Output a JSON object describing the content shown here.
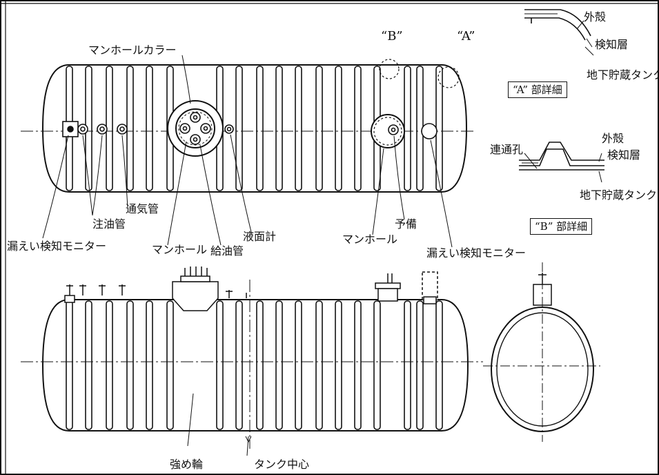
{
  "labels": {
    "manhole_collar": "マンホールカラー",
    "manhole_left": "マンホール",
    "manhole_right": "マンホール",
    "oil_supply_pipe": "給油管",
    "oil_injection_pipe": "注油管",
    "vent_pipe": "通気管",
    "level_gauge": "液面計",
    "spare": "予備",
    "leak_monitor_left": "漏えい検知モニター",
    "leak_monitor_right": "漏えい検知モニター",
    "reinforcing_ring": "強め輪",
    "tank_center": "タンク中心",
    "callout_a": "“A”",
    "callout_b": "“B”"
  },
  "detail_a": {
    "title": "“A” 部詳細",
    "outer_shell": "外殻",
    "detection_layer": "検知層",
    "tank": "地下貯蔵タンク"
  },
  "detail_b": {
    "title": "“B” 部詳細",
    "outer_shell": "外殻",
    "detection_layer": "検知層",
    "tank": "地下貯蔵タンク",
    "connecting_hole": "連通孔"
  }
}
